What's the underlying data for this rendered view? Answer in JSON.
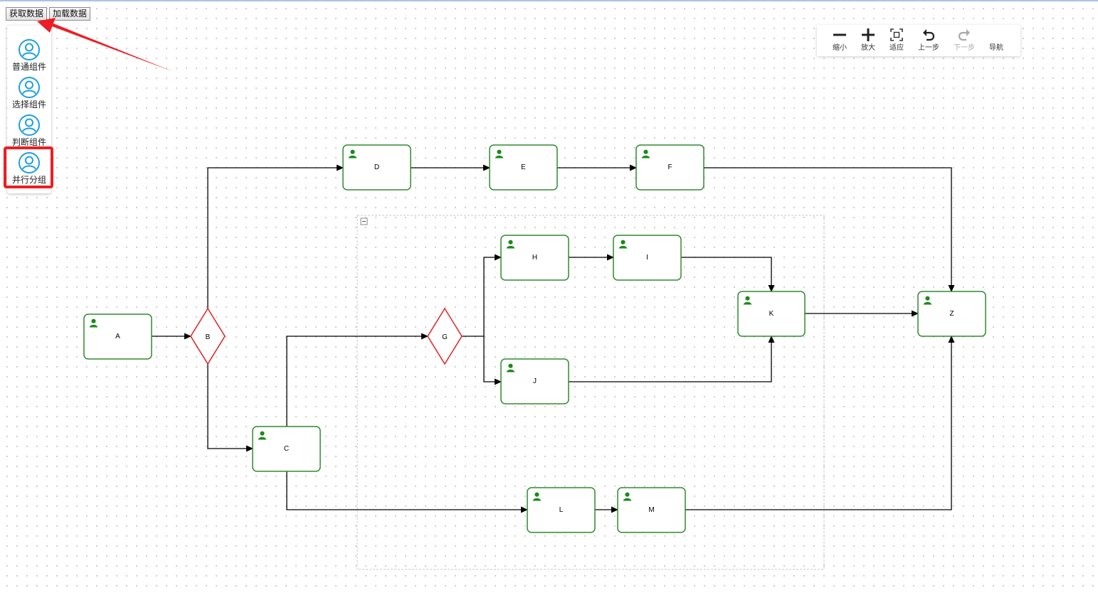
{
  "buttons": {
    "get_data": "获取数据",
    "load_data": "加载数据"
  },
  "palette": {
    "items": [
      {
        "label": "普通组件",
        "icon": "user-circle-icon"
      },
      {
        "label": "选择组件",
        "icon": "user-circle-icon"
      },
      {
        "label": "判断组件",
        "icon": "user-circle-icon"
      },
      {
        "label": "并行分组",
        "icon": "user-circle-icon"
      }
    ]
  },
  "toolbar": {
    "zoom_out": "缩小",
    "zoom_in": "放大",
    "fit": "适应",
    "undo": "上一步",
    "redo": "下一步",
    "navigate": "导航"
  },
  "nodes": {
    "A": "A",
    "B": "B",
    "C": "C",
    "D": "D",
    "E": "E",
    "F": "F",
    "G": "G",
    "H": "H",
    "I": "I",
    "J": "J",
    "K": "K",
    "L": "L",
    "M": "M",
    "Z": "Z"
  },
  "colors": {
    "task_border": "#2e8b2e",
    "user_icon": "#1a8a1a",
    "gateway_border": "#e02020",
    "palette_icon": "#1e9fe0",
    "highlight": "#ee1d23",
    "arrow_annotation": "#ee1d23"
  }
}
